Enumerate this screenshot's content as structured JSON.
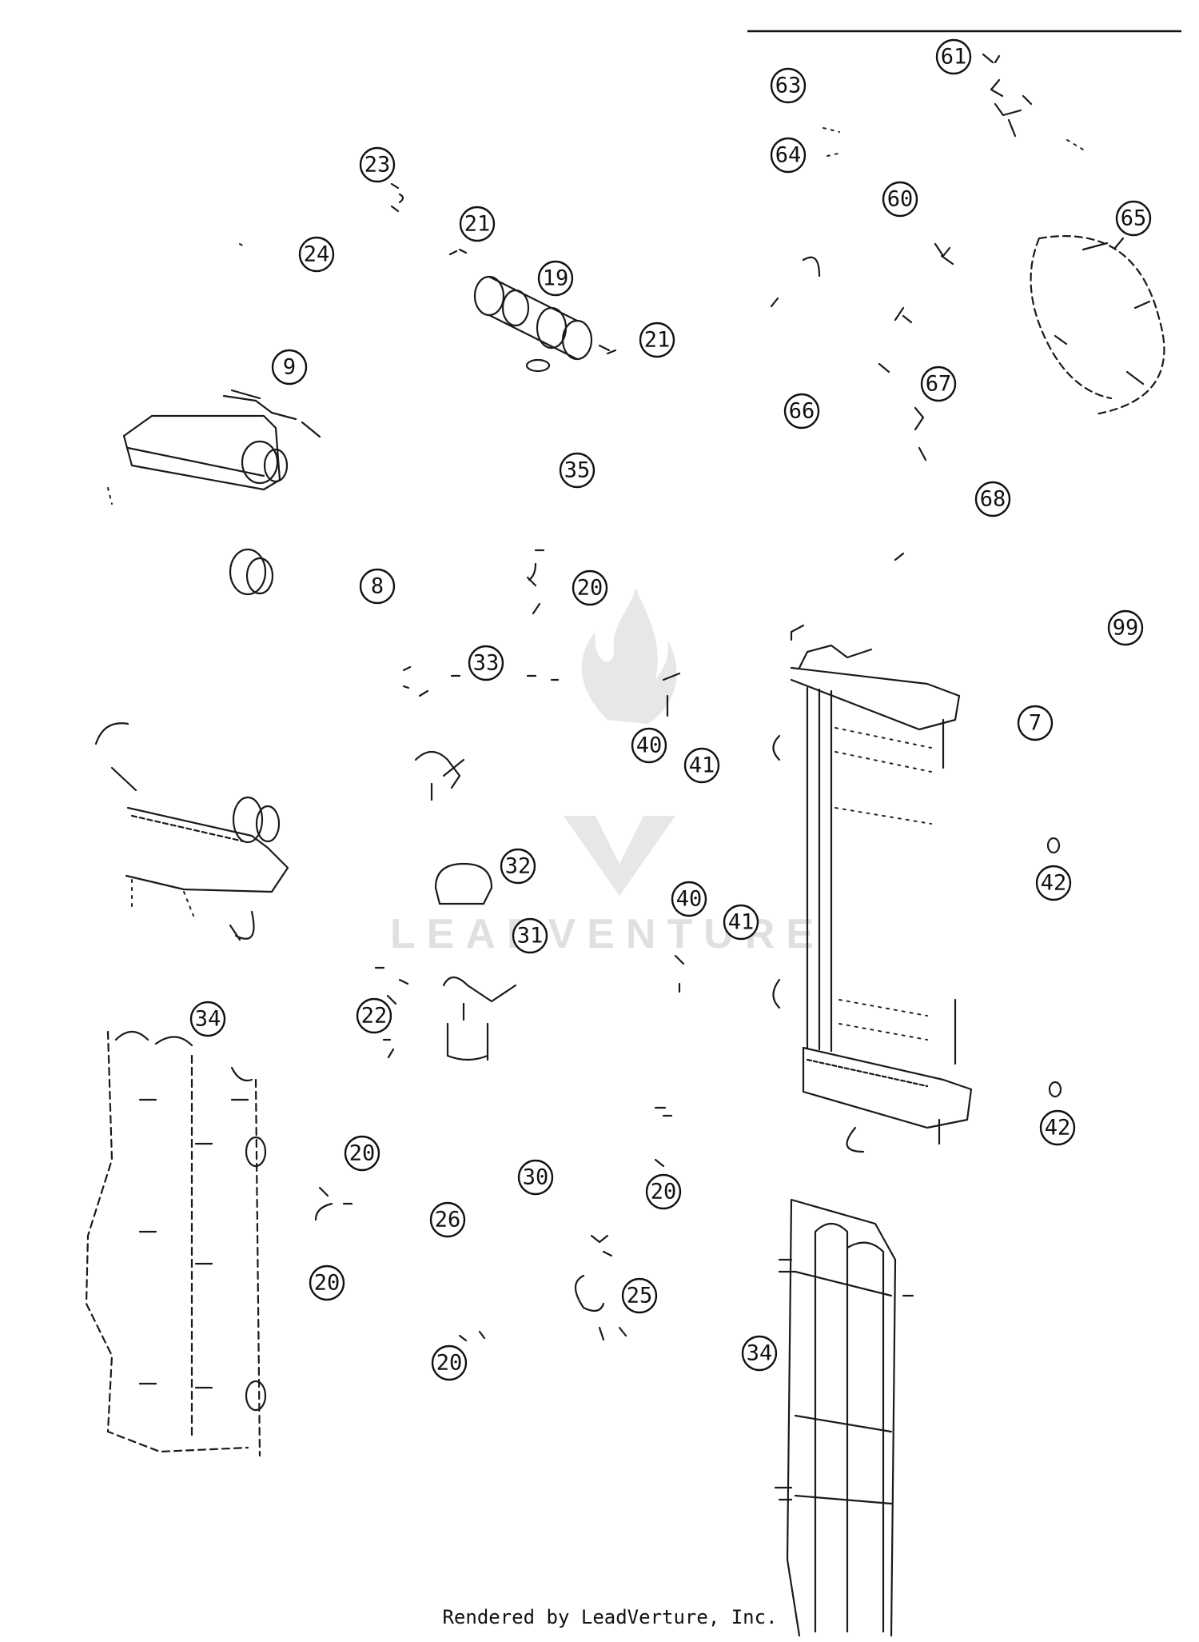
{
  "watermark": {
    "text": "LEADVENTURE",
    "logo_icon": "leadventure-flame-logo-icon"
  },
  "footer": {
    "credit": "Rendered by LeadVerture, Inc."
  },
  "callouts": [
    "61",
    "63",
    "64",
    "60",
    "65",
    "23",
    "21",
    "24",
    "19",
    "21",
    "9",
    "66",
    "67",
    "35",
    "68",
    "8",
    "20",
    "99",
    "33",
    "7",
    "40",
    "41",
    "32",
    "42",
    "40",
    "31",
    "41",
    "34",
    "22",
    "42",
    "20",
    "30",
    "20",
    "26",
    "20",
    "25",
    "20",
    "34"
  ]
}
